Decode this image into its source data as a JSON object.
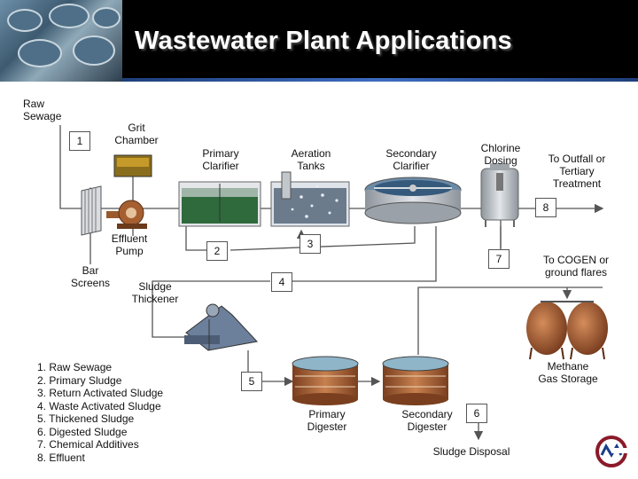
{
  "title": "Wastewater Plant Applications",
  "labels": {
    "raw_sewage": "Raw\nSewage",
    "grit_chamber": "Grit\nChamber",
    "primary_clarifier": "Primary\nClarifier",
    "aeration_tanks": "Aeration\nTanks",
    "secondary_clarifier": "Secondary\nClarifier",
    "chlorine_dosing": "Chlorine\nDosing",
    "outfall": "To Outfall or\nTertiary\nTreatment",
    "effluent_pump": "Effluent\nPump",
    "bar_screens": "Bar\nScreens",
    "sludge_thickener": "Sludge\nThickener",
    "cogen": "To COGEN or\nground flares",
    "methane_storage": "Methane\nGas Storage",
    "primary_digester": "Primary\nDigester",
    "secondary_digester": "Secondary\nDigester",
    "sludge_disposal": "Sludge Disposal"
  },
  "numbers": {
    "n1": "1",
    "n2": "2",
    "n3": "3",
    "n4": "4",
    "n5": "5",
    "n6": "6",
    "n7": "7",
    "n8": "8"
  },
  "legend": [
    "1. Raw Sewage",
    "2. Primary Sludge",
    "3. Return Activated Sludge",
    "4. Waste Activated Sludge",
    "5. Thickened Sludge",
    "6. Digested Sludge",
    "7. Chemical Additives",
    "8. Effluent"
  ],
  "colors": {
    "header_bg": "#000000",
    "header_line": "#3d6bc0",
    "flow_line": "#555555",
    "digester": "#b5683b",
    "clarifier_water": "#2f6a3c",
    "tank_gray": "#b9bfc6"
  }
}
